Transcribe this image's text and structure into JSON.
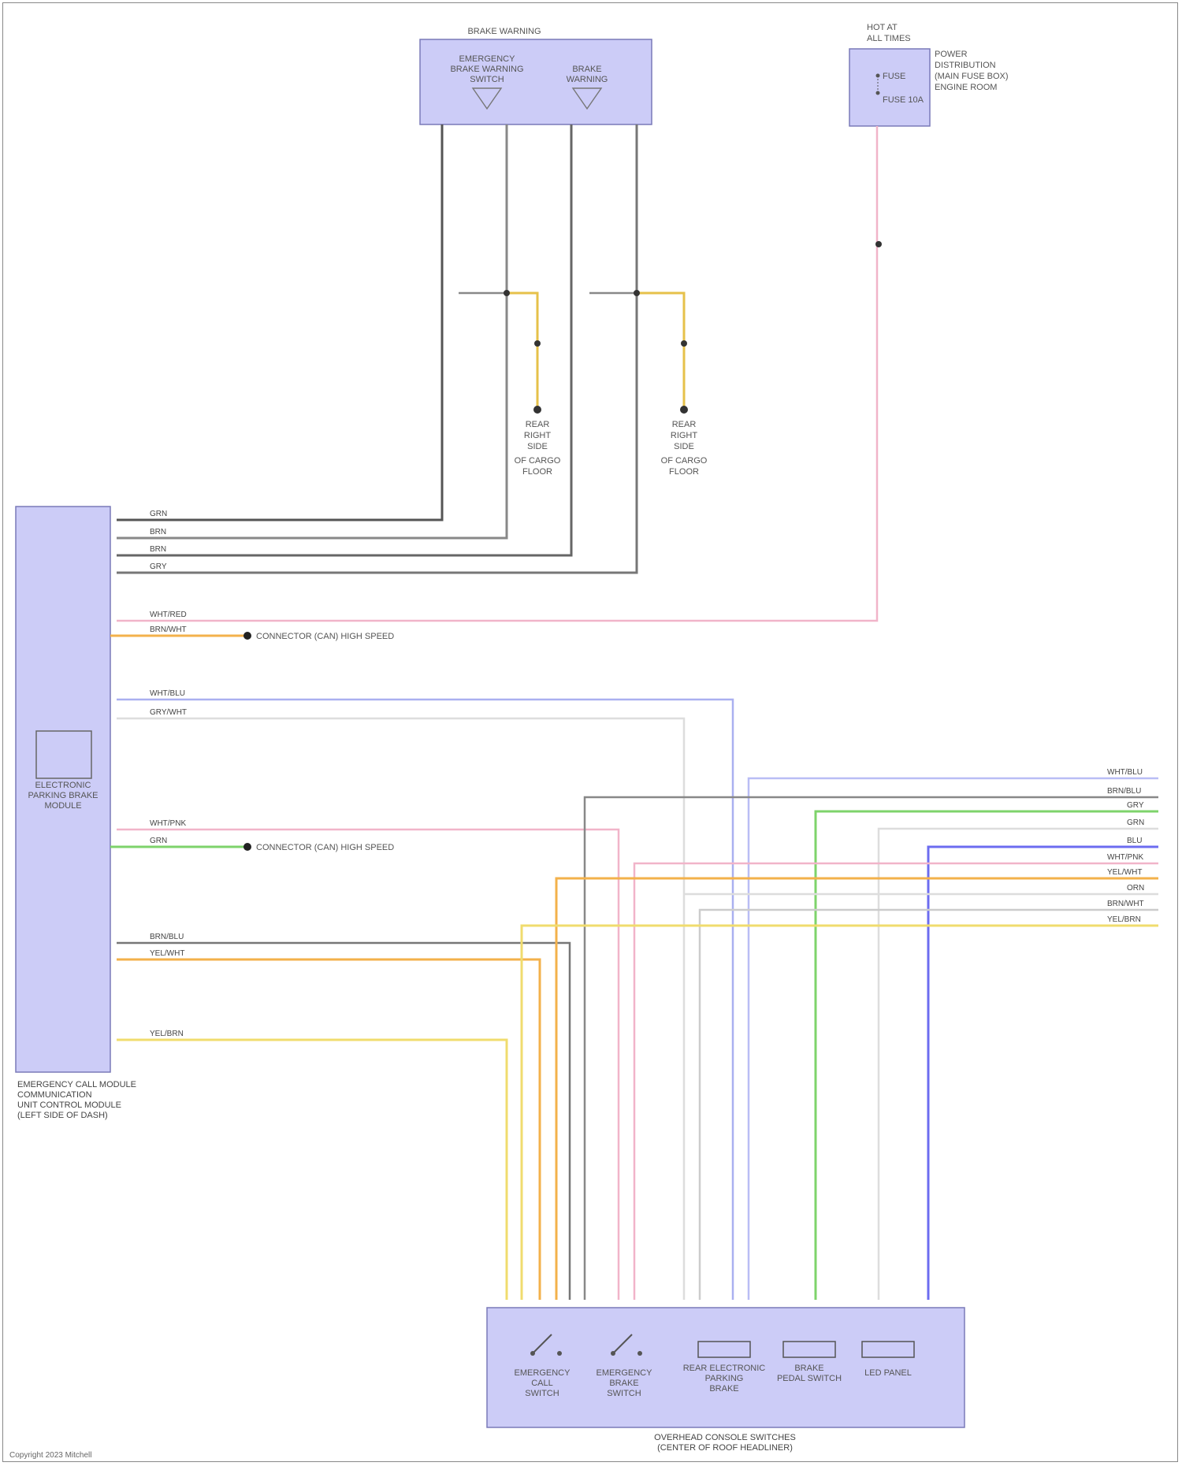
{
  "components": {
    "brake_warning_switches": {
      "title": "BRAKE WARNING",
      "switch_1": [
        "EMERGENCY",
        "BRAKE WARNING",
        "SWITCH"
      ],
      "switch_2": [
        "BRAKE",
        "WARNING"
      ]
    },
    "fuse_box": {
      "title": [
        "HOT AT",
        "ALL TIMES"
      ],
      "fuse_label": "FUSE",
      "fuse_desc": [
        "FUSE 10A",
        "ENGINE ROOM",
        "FUSE BOX"
      ],
      "sub_labels": [
        "POWER",
        "DISTRIBUTION",
        "(MAIN FUSE BOX)"
      ]
    },
    "ground_1": [
      "REAR",
      "RIGHT",
      "SIDE",
      "OF CARGO",
      "FLOOR"
    ],
    "ground_2": [
      "REAR",
      "RIGHT",
      "SIDE",
      "OF CARGO",
      "FLOOR"
    ],
    "module": {
      "icon": "computer-icon",
      "inner": [
        "ELECTRONIC",
        "PARKING BRAKE",
        "MODULE"
      ],
      "caption": [
        "EMERGENCY CALL MODULE",
        "COMMUNICATION",
        "UNIT CONTROL MODULE",
        "(LEFT SIDE OF DASH)"
      ]
    },
    "bottom_module": {
      "parts": [
        [
          "EMERGENCY",
          "CALL",
          "SWITCH"
        ],
        [
          "EMERGENCY",
          "BRAKE",
          "SWITCH"
        ],
        [
          "REAR ELECTRONIC",
          "PARKING",
          "BRAKE"
        ],
        [
          "BRAKE",
          "PEDAL SWITCH"
        ],
        [
          "LED PANEL"
        ]
      ],
      "caption": [
        "OVERHEAD CONSOLE SWITCHES",
        "(CENTER OF ROOF HEADLINER)"
      ]
    }
  },
  "connectors": {
    "to_splice_1": "CONNECTOR (CAN) HIGH SPEED",
    "to_splice_2": "CONNECTOR (CAN) HIGH SPEED"
  },
  "wire_labels": {
    "left": [
      "GRN",
      "BRN",
      "BRN",
      "GRY",
      "WHT/RED",
      "BRN/WHT",
      "WHT/BLU",
      "GRY/WHT",
      "WHT/PNK",
      "GRN",
      "BRN/BLU",
      "YEL/WHT",
      "YEL/BRN"
    ],
    "right": [
      "WHT/BLU",
      "BRN/BLU",
      "GRY",
      "GRN",
      "BLU",
      "WHT/PNK",
      "YEL/WHT",
      "ORN",
      "BRN/WHT",
      "YEL/BRN"
    ]
  },
  "footer": {
    "copyright": "Copyright 2023 Mitchell"
  }
}
